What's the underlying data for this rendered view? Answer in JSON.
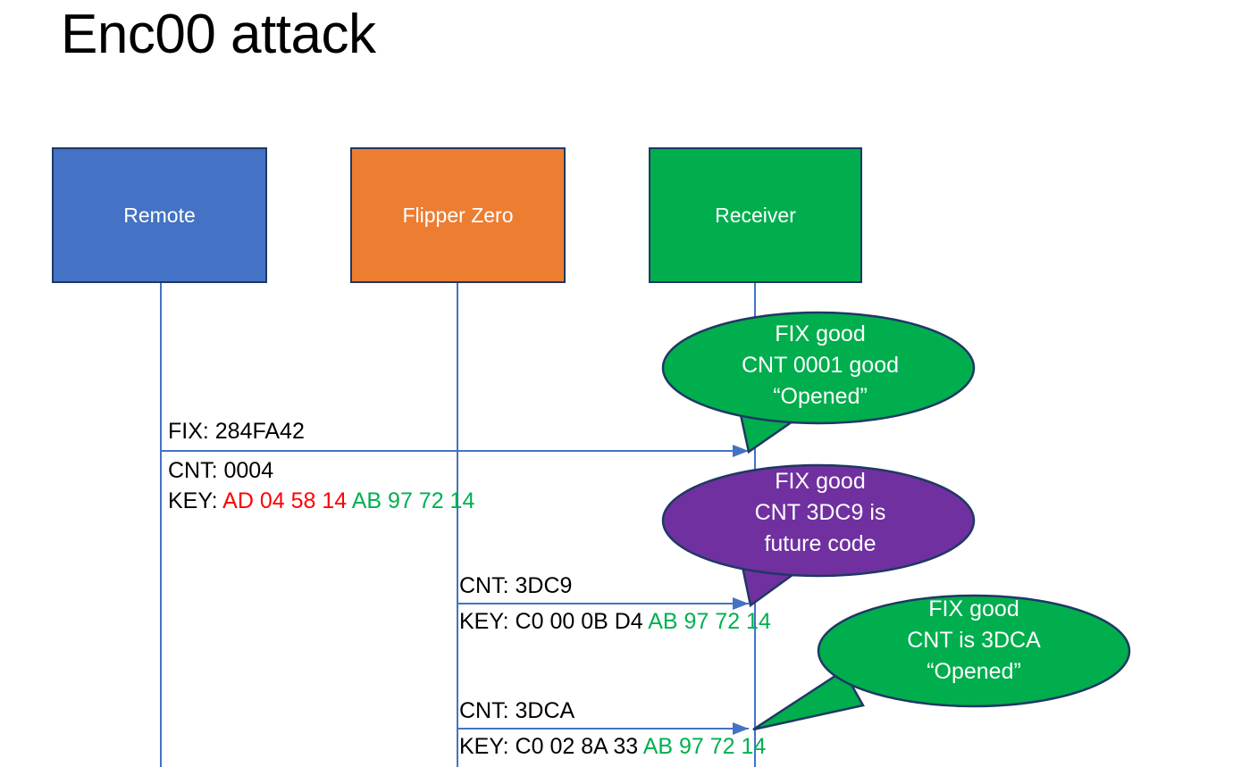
{
  "slide": {
    "title": "Enc00 attack"
  },
  "colors": {
    "remote_blue": "#4472C4",
    "flipper_orange": "#ED7D31",
    "receiver_green": "#00AE4D",
    "callout_purple": "#7030A0",
    "callout_green": "#00AE4D",
    "outline_navy": "#1F3864",
    "lifeline_blue": "#4472C4",
    "hex_red": "#FF0000",
    "hex_green": "#00B050",
    "text_black": "#000000"
  },
  "actors": [
    {
      "id": "remote",
      "label": "Remote"
    },
    {
      "id": "flipper",
      "label": "Flipper Zero"
    },
    {
      "id": "receiver",
      "label": "Receiver"
    }
  ],
  "messages": [
    {
      "id": "msg1",
      "from": "remote",
      "to": "receiver",
      "above_label": "FIX: 284FA42",
      "below_label_1": "CNT: 0004",
      "key_prefix": "KEY: ",
      "key_red": "AD 04 58 14",
      "key_green": "AB 97 72 14"
    },
    {
      "id": "msg2",
      "from": "flipper",
      "to": "receiver",
      "above_label": "CNT: 3DC9",
      "key_prefix": "KEY: C0 00 0B D4 ",
      "key_green": "AB 97 72 14"
    },
    {
      "id": "msg3",
      "from": "flipper",
      "to": "receiver",
      "above_label": "CNT: 3DCA",
      "key_prefix": "KEY: C0 02 8A 33 ",
      "key_green": "AB 97 72 14"
    }
  ],
  "callouts": [
    {
      "id": "callout1",
      "color": "green",
      "line1": "FIX good",
      "line2": "CNT 0001 good",
      "line3": "“Opened”"
    },
    {
      "id": "callout2",
      "color": "purple",
      "line1": "FIX good",
      "line2": "CNT 3DC9 is",
      "line3": "future code"
    },
    {
      "id": "callout3",
      "color": "green",
      "line1": "FIX good",
      "line2": "CNT is 3DCA",
      "line3": "“Opened”"
    }
  ]
}
